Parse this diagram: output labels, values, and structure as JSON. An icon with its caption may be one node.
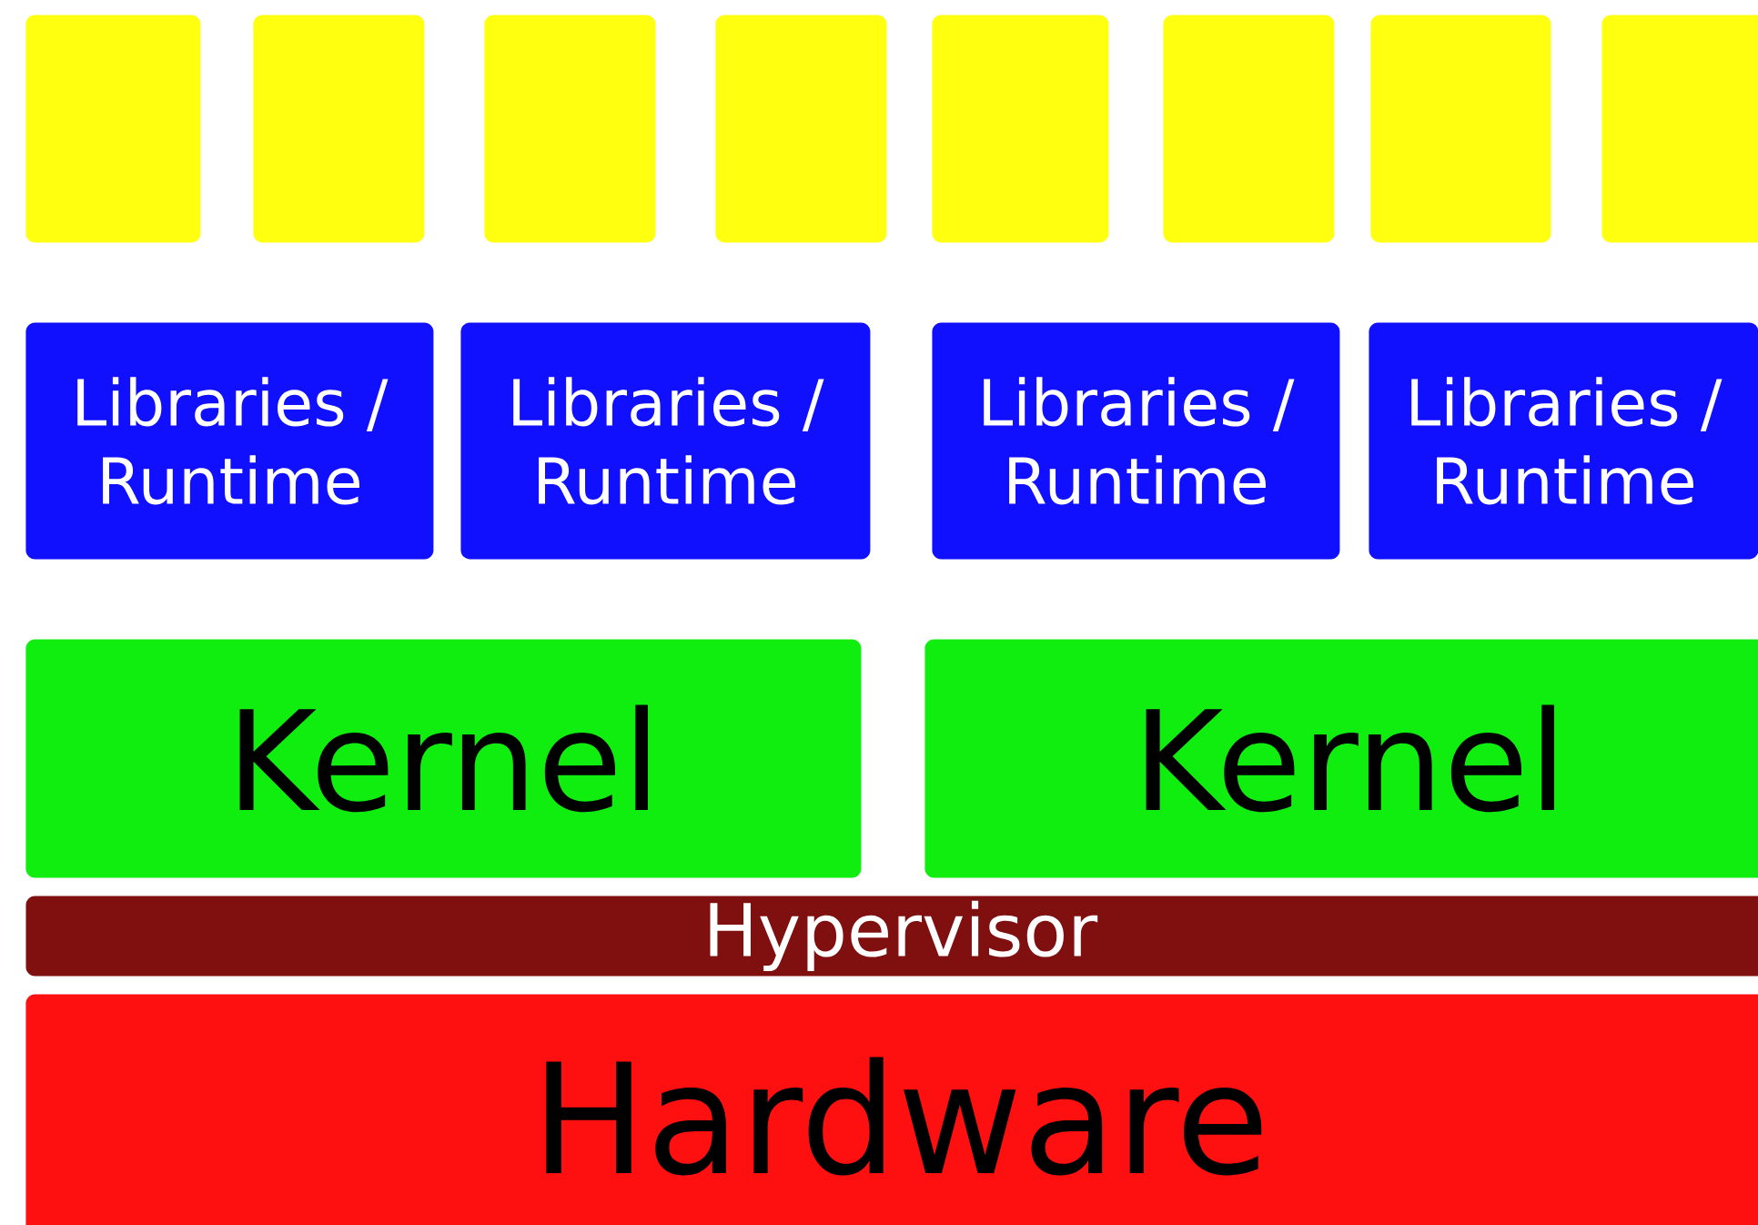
{
  "diagram": {
    "nodes": [
      {
        "text": [],
        "shape": "box"
      },
      {
        "text": [],
        "shape": "box"
      },
      {
        "text": [],
        "shape": "box"
      },
      {
        "text": [],
        "shape": "box"
      },
      {
        "text": [],
        "shape": "box"
      },
      {
        "text": [],
        "shape": "box"
      },
      {
        "text": [],
        "shape": "box"
      },
      {
        "text": [],
        "shape": "box"
      },
      {
        "text": [
          "Libraries / Runtime"
        ]
      },
      {
        "text": [
          "Libraries / Runtime"
        ]
      },
      {
        "text": [
          "Libraries / Runtime"
        ]
      },
      {
        "text": [
          "Libraries / Runtime"
        ]
      },
      {
        "text": [
          "Kernel"
        ]
      },
      {
        "text": [
          "Kernel"
        ]
      },
      {
        "text": [
          "Hypervisor"
        ]
      },
      {
        "text": [
          "Hardware"
        ]
      }
    ]
  }
}
